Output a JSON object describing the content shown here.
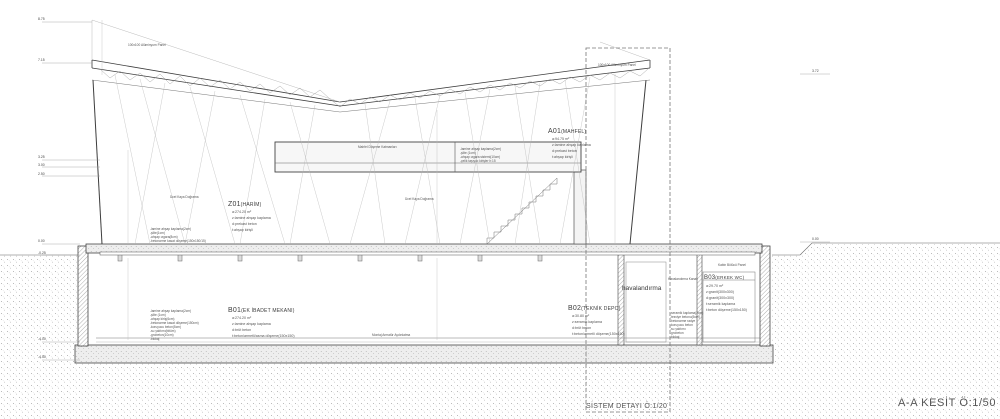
{
  "levels": [
    {
      "id": "l1",
      "text": "8.75"
    },
    {
      "id": "l2",
      "text": "7.15"
    },
    {
      "id": "l3",
      "text": "3.25"
    },
    {
      "id": "l4",
      "text": "3.00"
    },
    {
      "id": "l5",
      "text": "2.50"
    },
    {
      "id": "l6",
      "text": "0.00"
    },
    {
      "id": "l7",
      "text": "-0.25"
    },
    {
      "id": "l8",
      "text": "-4.00"
    },
    {
      "id": "l9",
      "text": "-4.50"
    },
    {
      "id": "r1",
      "text": "3.72"
    },
    {
      "id": "r2",
      "text": "0.00"
    }
  ],
  "roof": {
    "label_left": "100x100 Alüminyum Panel",
    "label_right": "100x100 Alüminyum Panel"
  },
  "rooms": {
    "z01": {
      "title": "Z01",
      "subtitle": "(HARİM)",
      "area": "a:274.20 m²",
      "lines": [
        "z:lamine ahşap kaplama",
        "d:prekast beton",
        "t:ahşap kirişli"
      ]
    },
    "a01": {
      "title": "A01",
      "subtitle": "(MAHFEL)",
      "area": "a:94.75 m²",
      "lines": [
        "z:lamine ahşap kaplama",
        "d:prekast beton",
        "t:ahşap kirişli"
      ]
    },
    "b01": {
      "title": "B01",
      "subtitle": "(EK İBADET MEKANI)",
      "area": "a:274.20 m²",
      "lines": [
        "z:lamine ahşap kaplama",
        "d:brüt beton",
        "t:beton/armetli/asma döşeme(150x150)"
      ]
    },
    "b02": {
      "title": "B02",
      "subtitle": "(TEKNİK DEPO)",
      "area": "a:30.80 m²",
      "lines": [
        "z:seramik kaplama",
        "d:brüt beton",
        "t:beton/armetli döşeme(150x150)"
      ]
    },
    "b03": {
      "title": "B03",
      "subtitle": "(ERKEK WC)",
      "area": "a:29.70 m²",
      "lines": [
        "z:granit(300x300)",
        "d:granit(300x300)",
        "t:seramik kaplama",
        "t:beton döşeme(150x150)"
      ]
    }
  },
  "notes": {
    "column_left": "Ücel Kaya Doğrama",
    "column_mid": "Ücel Kaya Doğrama",
    "mahfel_note": "Mahfel Döşeme Katmanları",
    "mahfel_layers": [
      "-lamine ahşap kaplama(2cm)",
      "-şilte (1cm)",
      "-ahşap ızgara sistemi(10cm)",
      "-çelik taşıyıcı kirişler h:15"
    ],
    "floor_layers_left": [
      "-lamine ahşap kaplama(2cm)",
      "-şilte(1cm)",
      "-ahşap ızgara(8cm)",
      "-betonarme kasat döşeme(150x150/15)"
    ],
    "basement_layers": [
      "-lamine ahşap kaplama(2cm)",
      "-şilte (1cm)",
      "-ahşap kiriş(6cm)",
      "-betonarme kasat döşeme(150cm)",
      "-koruyucu beton(5cm)",
      "-su yalıtımı(bitüm)",
      "-grobeton(10cm)",
      "-blokaj"
    ],
    "basement_layers_right": [
      "-seramik kaplama(2cm)",
      "-tesviye betonu(5cm)",
      "-betonarme radye",
      "-koruyucu beton",
      "-su yalıtımı",
      "-grobeton",
      "-blokaj"
    ],
    "ventilation": "havalandırma",
    "ventilation_note": "Havalandırma Kanalı",
    "basement_center": "Montaj Armatür Aydınlatma",
    "wc_note": "Kabin Bölücü Panel"
  },
  "sheet": {
    "detail_label": "SİSTEM DETAYI Ö:1/20",
    "section_title": "A-A KESİT Ö:1/50"
  },
  "colors": {
    "line": "#3c3c3c",
    "light": "#9a9a9a",
    "soil": "#c9c9c9",
    "concrete": "#e7e7e7",
    "hatch": "#6e6e6e",
    "section_title": "#555555"
  }
}
